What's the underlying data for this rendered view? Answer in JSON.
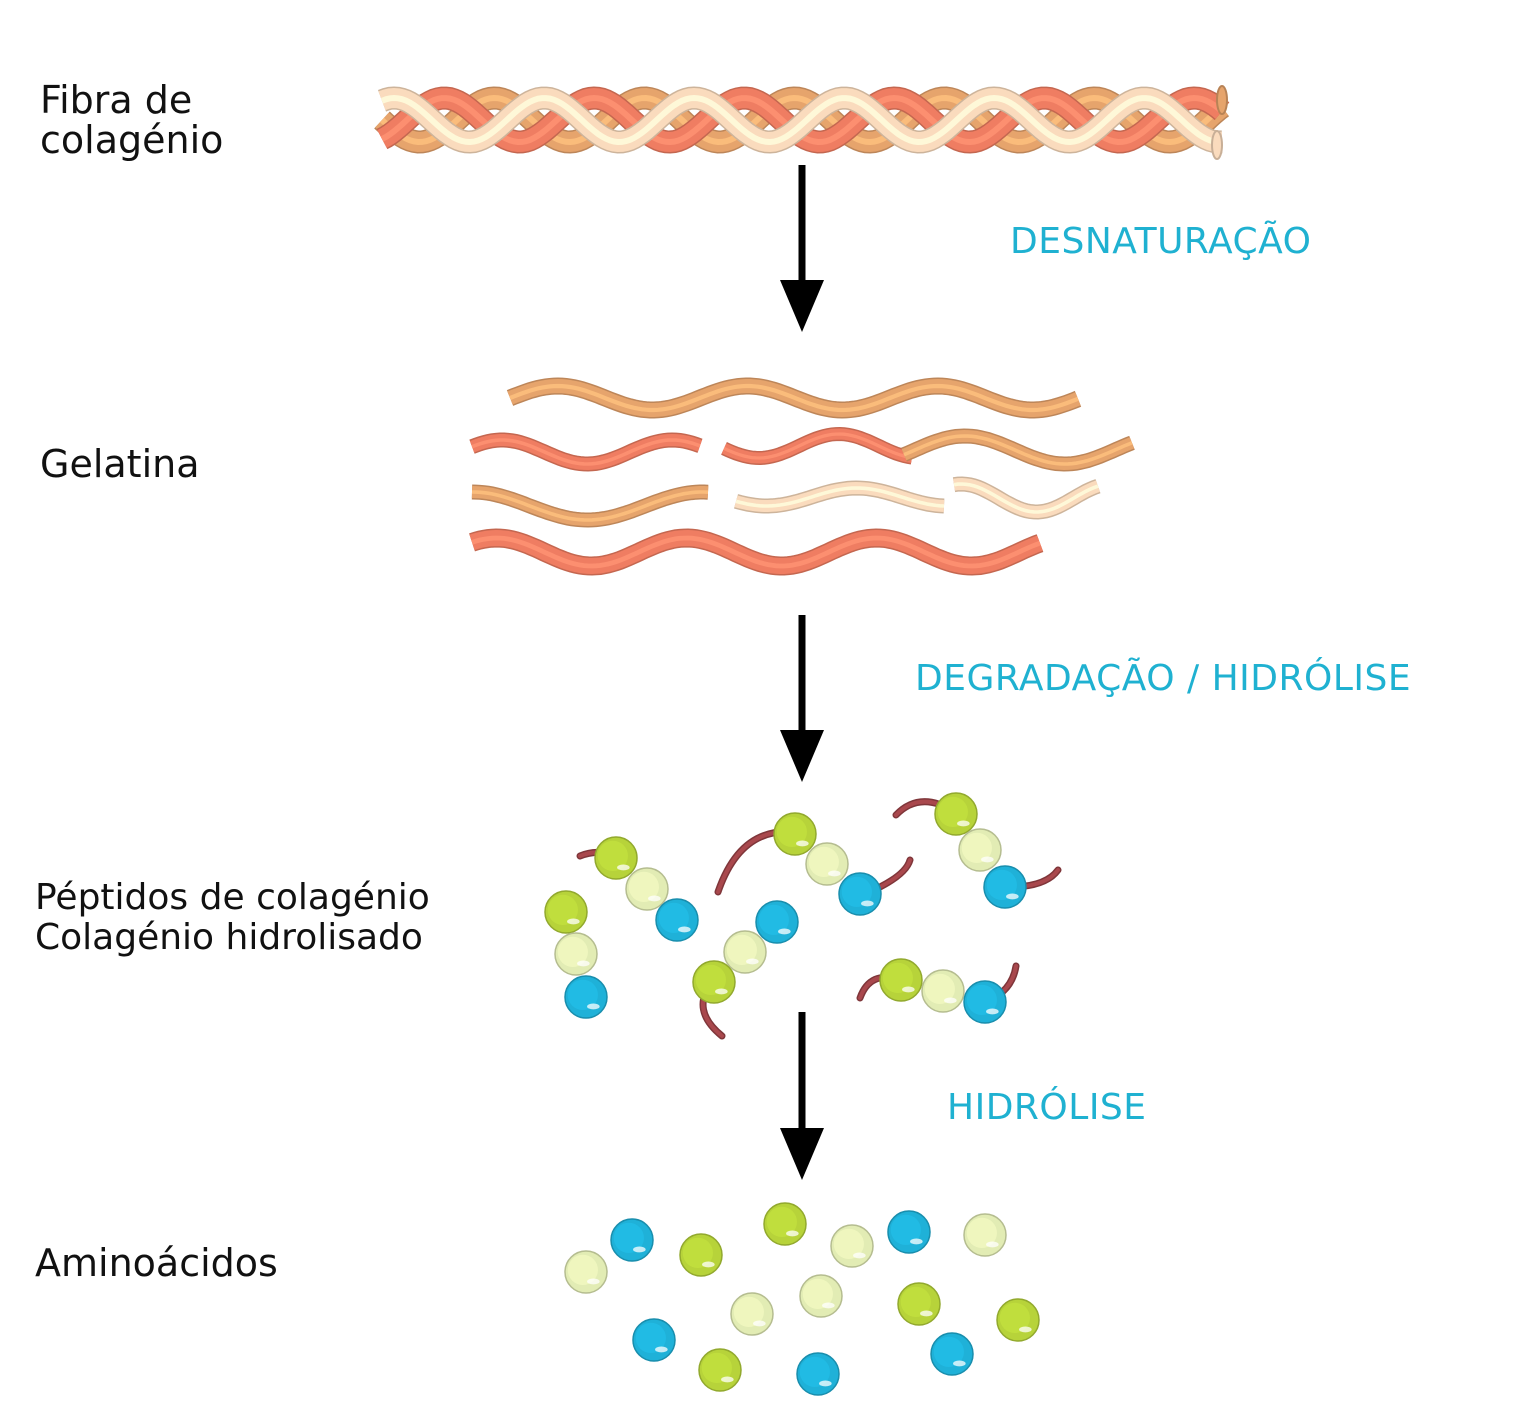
{
  "stages": [
    {
      "id": "fiber",
      "lines": [
        "Fibra de",
        "colagénio"
      ]
    },
    {
      "id": "gelatin",
      "lines": [
        "Gelatina"
      ]
    },
    {
      "id": "peptides",
      "lines": [
        "Péptidos de colagénio",
        "Colagénio hidrolisado"
      ]
    },
    {
      "id": "aminoacids",
      "lines": [
        "Aminoácidos"
      ]
    }
  ],
  "transitions": [
    {
      "id": "denaturation",
      "label": "DESNATURAÇÃO"
    },
    {
      "id": "degradation",
      "label": "DEGRADAÇÃO / HIDRÓLISE"
    },
    {
      "id": "hydrolysis",
      "label": "HIDRÓLISE"
    }
  ],
  "colors": {
    "step_label": "#1fb1d1",
    "arrow": "#000000",
    "strand_tan": "#e6a46c",
    "strand_salmon": "#ef7d62",
    "strand_cream": "#fadbbd",
    "bead_green": "#b7d33a",
    "bead_pale": "#e2ecb4",
    "bead_blue": "#1fb1d8",
    "linker": "#a9484d"
  },
  "icons": [
    "collagen-fiber-icon",
    "gelatin-strands-icon",
    "peptide-chains-icon",
    "amino-acid-beads-icon",
    "down-arrow-icon"
  ]
}
